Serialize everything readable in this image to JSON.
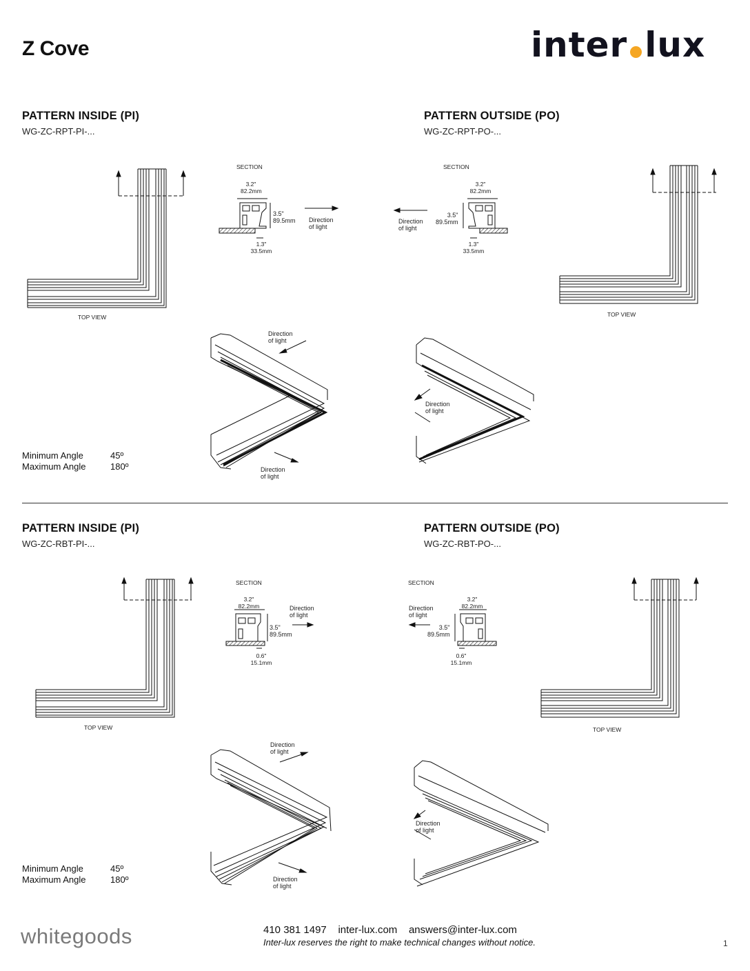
{
  "header": {
    "title": "Z Cove",
    "brand_left": "inter",
    "brand_right": "lux"
  },
  "colors": {
    "brand_dot": "#F5A623",
    "brand_text": "#12121E",
    "whitegoods": "#7A7A7A"
  },
  "sections": [
    {
      "heading": "PATTERN INSIDE (PI)",
      "code": "WG-ZC-RPT-PI-...",
      "top_view": "TOP VIEW",
      "section_label": "SECTION",
      "width_in": "3.2\"",
      "width_mm": "82.2mm",
      "height_in": "3.5\"",
      "height_mm": "89.5mm",
      "base_in": "1.3\"",
      "base_mm": "33.5mm",
      "dir_a": "Direction",
      "dir_b": "of light",
      "min_label": "Minimum Angle",
      "min_value": "45º",
      "max_label": "Maximum Angle",
      "max_value": "180º"
    },
    {
      "heading": "PATTERN OUTSIDE (PO)",
      "code": "WG-ZC-RPT-PO-...",
      "top_view": "TOP VIEW",
      "section_label": "SECTION",
      "width_in": "3.2\"",
      "width_mm": "82.2mm",
      "height_in": "3.5\"",
      "height_mm": "89.5mm",
      "base_in": "1.3\"",
      "base_mm": "33.5mm",
      "dir_a": "Direction",
      "dir_b": "of light"
    },
    {
      "heading": "PATTERN INSIDE (PI)",
      "code": "WG-ZC-RBT-PI-...",
      "top_view": "TOP VIEW",
      "section_label": "SECTION",
      "width_in": "3.2\"",
      "width_mm": "82.2mm",
      "height_in": "3.5\"",
      "height_mm": "89.5mm",
      "base_in": "0.6\"",
      "base_mm": "15.1mm",
      "dir_a": "Direction",
      "dir_b": "of light",
      "min_label": "Minimum Angle",
      "min_value": "45º",
      "max_label": "Maximum Angle",
      "max_value": "180º"
    },
    {
      "heading": "PATTERN OUTSIDE (PO)",
      "code": "WG-ZC-RBT-PO-...",
      "top_view": "TOP VIEW",
      "section_label": "SECTION",
      "width_in": "3.2\"",
      "width_mm": "82.2mm",
      "height_in": "3.5\"",
      "height_mm": "89.5mm",
      "base_in": "0.6\"",
      "base_mm": "15.1mm",
      "dir_a": "Direction",
      "dir_b": "of light"
    }
  ],
  "footer": {
    "whitegoods": "whitegoods",
    "phone": "410 381 1497",
    "website": "inter-lux.com",
    "email": "answers@inter-lux.com",
    "disclaimer": "Inter-lux reserves the right to make technical changes without notice.",
    "page": "1"
  }
}
